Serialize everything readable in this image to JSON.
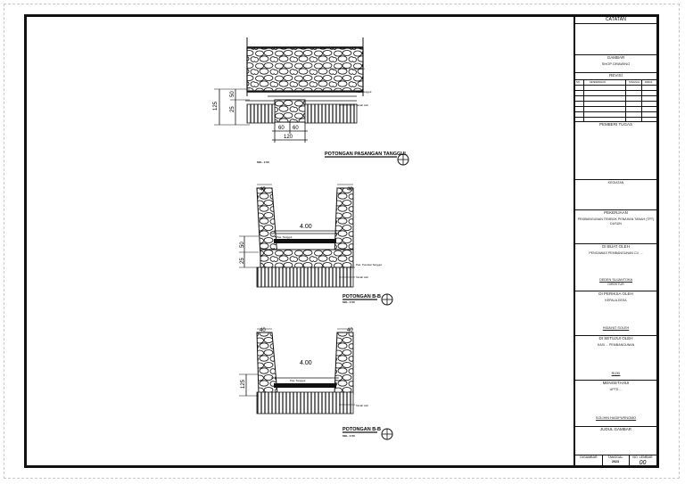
{
  "drawing": {
    "section1": {
      "title": "POTONGAN PASANGAN TANGGUL",
      "scale": "SKL. 1:50",
      "dims": {
        "height_total": "125",
        "height_upper": "50",
        "height_lower": "25",
        "left_w": "60",
        "right_w": "60",
        "bottom_w": "120"
      },
      "notes": [
        "Pas. Pondasi Batu",
        "Pas. Tanggul",
        "Tanah Asli"
      ]
    },
    "section2": {
      "title": "POTONGAN B-B",
      "scale": "SKL. 1:50",
      "dims": {
        "left_top": "40",
        "right_top": "40",
        "width": "4.00",
        "h1": "50",
        "h2": "25"
      },
      "notes": [
        "Pas. Tanggul",
        "Pas. Pondasi Tanggul",
        "Tanah Asli"
      ]
    },
    "section3": {
      "title": "POTONGAN B-B",
      "scale": "SKL. 1:50",
      "dims": {
        "left_top": "40",
        "right_top": "40",
        "width": "4.00",
        "h1": "125"
      },
      "notes": [
        "Pas. Tanggul",
        "Tanah Asli"
      ]
    }
  },
  "titleblock": {
    "catatan": "CATATAN",
    "gambar": "GAMBAR",
    "gambar_value": "SHOP DRAWING",
    "revisi": "REVISI",
    "revisi_cols": [
      "NO.",
      "KETERANGAN",
      "TANGGAL",
      "PARAF"
    ],
    "pemberi_tugas": "PEMBERI TUGAS",
    "kegiatan": "KEGIATAN",
    "pekerjaan": "PEKERJAAN",
    "pekerjaan_value": "PEMBANGUNAN TEMBOK PENAHAN TANAH (TPT) DUSUN",
    "dibuat_oleh": "DI BUAT OLEH",
    "dibuat_value": "PENGAWAS PEMBANGUNAN CV. ...",
    "dibuat_name": "DEDEN SUJANTOKA",
    "dibuat_role": "DIREKTUR",
    "diperiksa_oleh": "DI PERIKSA OLEH",
    "diperiksa_value": "KEPALA DESA",
    "diperiksa_name": "HIDAYAT SOLEH",
    "disetujui_oleh": "DI SETUJUI OLEH",
    "disetujui_value": "KASI ... PEMBANGUNAN",
    "disetujui_name": "RIZKI",
    "mengetahui": "MENGETAHUI",
    "mengetahui_value": "UPTD ...",
    "mengetahui_name": "SOLIHIN HADIPURNOMO",
    "judul_gambar": "JUDUL GAMBAR",
    "bottom_cols": [
      "DIGAMBAR",
      "TANGGAL",
      "NO. LEMBAR"
    ],
    "tahun": "2023",
    "lembar": "00"
  }
}
